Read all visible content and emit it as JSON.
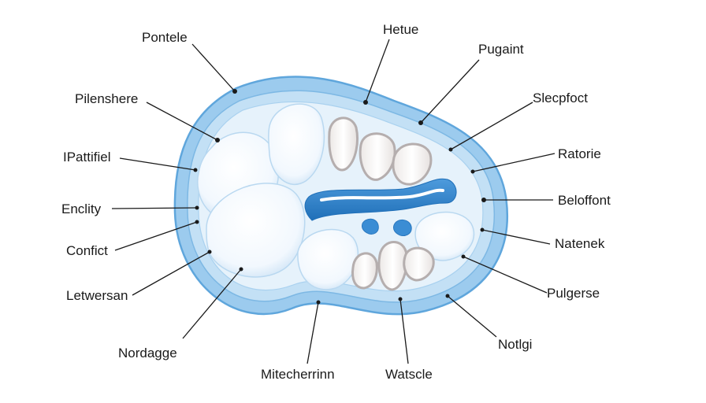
{
  "labels": {
    "pontele": "Pontele",
    "hetue": "Hetue",
    "pugaint": "Pugaint",
    "pilenshere": "Pilenshere",
    "slecpfoct": "Slecpfoct",
    "ipattifiel": "IPattifiel",
    "ratorie": "Ratorie",
    "enclity": "Enclity",
    "beloffont": "Beloffont",
    "confict": "Confict",
    "natenek": "Natenek",
    "letwersan": "Letwersan",
    "pulgerse": "Pulgerse",
    "nordagge": "Nordagge",
    "notlgi": "Notlgi",
    "mitecherrinn": "Mitecherrinn",
    "watscle": "Watscle"
  },
  "colors": {
    "outer_ring": "#8cc3ea",
    "outer_edge": "#5fa6dc",
    "inner_fill": "#e6f2fb",
    "cell_fill": "#f7fbff",
    "cell_edge": "#b9d8f0",
    "tooth_edge": "#b5aeae",
    "channel": "#2f82cc"
  }
}
